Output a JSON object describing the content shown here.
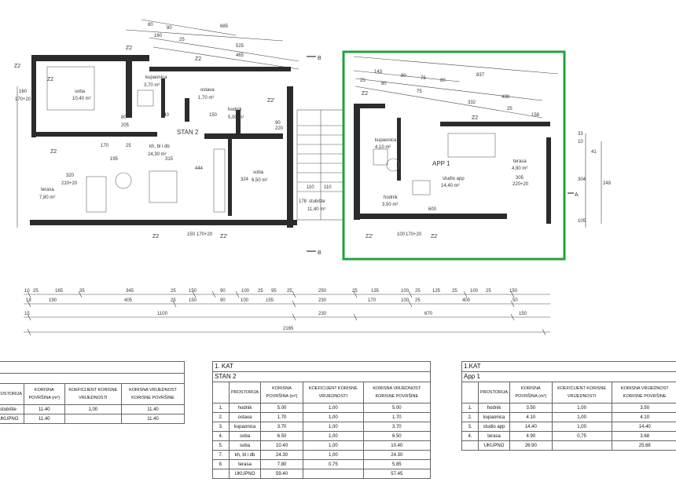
{
  "plan": {
    "section_marks": [
      "B",
      "B",
      "A"
    ],
    "zone_tags": [
      "Z2",
      "Z2",
      "Z2",
      "Z2",
      "Z2'",
      "Z2",
      "Z2",
      "Z2'",
      "Z2",
      "Z2",
      "Z2",
      "Z2'"
    ],
    "stan_label": "STAN 2",
    "app_label": "APP 1",
    "rooms": [
      {
        "name": "soba",
        "area": "10,40 m²"
      },
      {
        "name": "kupaonica",
        "area": "3,70 m²"
      },
      {
        "name": "ostava",
        "area": "1,70 m²"
      },
      {
        "name": "hodnik",
        "area": "5,00 m²"
      },
      {
        "name": "kh, bl i db",
        "area": "24,30 m²"
      },
      {
        "name": "soba",
        "area": "6,50 m²"
      },
      {
        "name": "terasa",
        "area": "7,80 m²"
      },
      {
        "name": "stubište",
        "area": "11,40 m²"
      },
      {
        "name": "kupaonica",
        "area": "4,10 m²"
      },
      {
        "name": "hodnik",
        "area": "3,50 m²"
      },
      {
        "name": "studio app",
        "area": "14,40 m²"
      },
      {
        "name": "terasa",
        "area": "4,90 m²"
      }
    ],
    "dims_top": [
      "685",
      "80",
      "80",
      "160",
      "25",
      "525",
      "465",
      "837",
      "143",
      "80",
      "76",
      "80",
      "25",
      "80",
      "75",
      "438",
      "332",
      "25",
      "158"
    ],
    "dims_left": [
      "160",
      "170+20",
      "320",
      "210+20",
      "80",
      "205",
      "170",
      "25",
      "195",
      "315",
      "240",
      "150",
      "90",
      "220",
      "444",
      "324",
      "110",
      "110",
      "178"
    ],
    "dims_right": [
      "33",
      "10",
      "41",
      "304",
      "249",
      "105",
      "305",
      "220+20"
    ],
    "dims_bottom": [
      "150",
      "170+20",
      "100",
      "170+20",
      "600"
    ],
    "dim_rows": [
      [
        "10",
        "25",
        "165",
        "35",
        "345",
        "25",
        "150",
        "90",
        "100",
        "25",
        "95",
        "25",
        "250",
        "25",
        "135",
        "100",
        "25",
        "125",
        "25",
        "100",
        "25",
        "150"
      ],
      [
        "18",
        "190",
        "405",
        "25",
        "150",
        "90",
        "100",
        "155",
        "230",
        "170",
        "100",
        "25",
        "400",
        "50"
      ],
      [
        "15",
        "1100",
        "230",
        "670",
        "150"
      ],
      [
        "2165"
      ]
    ]
  },
  "tables": [
    {
      "headers": [
        "PROSTORIJA",
        "KORISNA POVRŠINA (m²)",
        "KOEFICIJENT KORISNE VRIJEDNOSTI",
        "KORISNA VRIJEDNOST KORISNE POVRŠINE"
      ],
      "rows": [
        [
          "stubište",
          "11.40",
          "1,00",
          "11.40"
        ],
        [
          "UKUPNO",
          "11.40",
          "",
          "11.40"
        ]
      ]
    },
    {
      "title": "1. KAT",
      "subtitle": "STAN 2",
      "headers": [
        "PROSTORIJA",
        "KORISNA POVRŠINA (m²)",
        "KOEFICIJENT KORISNE VRIJEDNOSTI",
        "KORISNA VRIJEDNOST KORISNE POVRŠINE"
      ],
      "rows": [
        [
          "1.",
          "hodnik",
          "5.00",
          "1,00",
          "5.00"
        ],
        [
          "2.",
          "ostava",
          "1.70",
          "1,00",
          "1.70"
        ],
        [
          "3.",
          "kupaonica",
          "3.70",
          "1,00",
          "3.70"
        ],
        [
          "4.",
          "soba",
          "6.50",
          "1,00",
          "6.50"
        ],
        [
          "5.",
          "soba",
          "10.40",
          "1,00",
          "10.40"
        ],
        [
          "7.",
          "kh, bl i db",
          "24.30",
          "1,00",
          "24.30"
        ],
        [
          "8.",
          "terasa",
          "7.80",
          "0,75",
          "5.85"
        ],
        [
          "",
          "UKUPNO",
          "59.40",
          "",
          "57.45"
        ]
      ]
    },
    {
      "title": "1.KAT",
      "subtitle": "App 1",
      "headers": [
        "PROSTORIJA",
        "KORISNA POVRŠINA (m²)",
        "KOEFICIJENT KORISNE VRIJEDNOSTI",
        "KORISNA VRIJEDNOST KORISNE POVRŠINE"
      ],
      "rows": [
        [
          "1.",
          "hodnik",
          "3.50",
          "1,00",
          "3.50"
        ],
        [
          "2.",
          "kupaonica",
          "4.10",
          "1,00",
          "4.10"
        ],
        [
          "3.",
          "studio app",
          "14.40",
          "1,00",
          "14.40"
        ],
        [
          "4.",
          "terasa",
          "4.90",
          "0,75",
          "3.68"
        ],
        [
          "",
          "UKUPNO",
          "26.90",
          "",
          "25.68"
        ]
      ]
    }
  ],
  "colors": {
    "highlight": "#1fa33a",
    "wall": "#2b2b2b",
    "line": "#555555"
  }
}
